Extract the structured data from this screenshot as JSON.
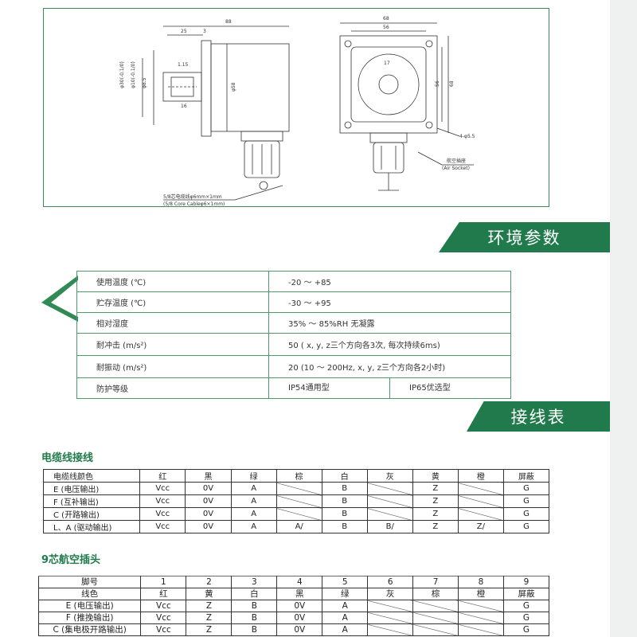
{
  "drawing": {
    "dims_side": [
      "88",
      "25",
      "3",
      "1.15",
      "16"
    ],
    "dims_side_diam": [
      "φ30(-0.1/0)",
      "φ10(-0.1/0)",
      "φ8.5",
      "φ58"
    ],
    "dims_front": [
      "68",
      "56",
      "17",
      "56",
      "68",
      "4-φ5.5"
    ],
    "cable_note": "5/8芯电缆线φ6mm×1mm",
    "cable_note_en": "(5/8 Core Cableφ6×1mm)",
    "socket_note": "航空插座",
    "socket_note_en": "(Air Socket)"
  },
  "env_section": {
    "banner": "环境参数",
    "rows": [
      {
        "label": "使用温度 (℃)",
        "value": "-20 ～ +85"
      },
      {
        "label": "贮存温度 (℃)",
        "value": "-30 ～ +95"
      },
      {
        "label": "相对湿度",
        "value": "35% ～ 85%RH 无凝露"
      },
      {
        "label": "耐冲击 (m/s²)",
        "value": "50 ( x, y, z三个方向各3次, 每次持续6ms)"
      },
      {
        "label": "耐振动 (m/s²)",
        "value": "20 (10 ～ 200Hz, x, y, z三个方向各2小时)"
      },
      {
        "label": "防护等级",
        "value": "IP54通用型",
        "value2": "IP65优选型"
      }
    ]
  },
  "wiring_section": {
    "banner": "接线表",
    "cable_title": "电缆线接线",
    "cable_header": [
      "电缆线颜色",
      "红",
      "黑",
      "绿",
      "棕",
      "白",
      "灰",
      "黄",
      "橙",
      "屏蔽"
    ],
    "cable_rows": [
      [
        "E (电压输出)",
        "Vcc",
        "0V",
        "A",
        "",
        "B",
        "",
        "Z",
        "",
        "G"
      ],
      [
        "F (互补输出)",
        "Vcc",
        "0V",
        "A",
        "",
        "B",
        "",
        "Z",
        "",
        "G"
      ],
      [
        "C (开路输出)",
        "Vcc",
        "0V",
        "A",
        "",
        "B",
        "",
        "Z",
        "",
        "G"
      ],
      [
        "L、A (驱动输出)",
        "Vcc",
        "0V",
        "A",
        "A/",
        "B",
        "B/",
        "Z",
        "Z/",
        "G"
      ]
    ],
    "cable_slashes": [
      [
        false,
        false,
        false,
        false,
        true,
        false,
        true,
        false,
        true,
        false
      ],
      [
        false,
        false,
        false,
        false,
        true,
        false,
        true,
        false,
        true,
        false
      ],
      [
        false,
        false,
        false,
        false,
        true,
        false,
        true,
        false,
        true,
        false
      ],
      [
        false,
        false,
        false,
        false,
        false,
        false,
        false,
        false,
        false,
        false
      ]
    ],
    "plug_title": "9芯航空插头",
    "plug_header": [
      "脚号",
      "1",
      "2",
      "3",
      "4",
      "5",
      "6",
      "7",
      "8",
      "9"
    ],
    "plug_colors": [
      "线色",
      "红",
      "黄",
      "白",
      "黑",
      "绿",
      "灰",
      "棕",
      "橙",
      "屏蔽"
    ],
    "plug_rows": [
      [
        "E (电压输出)",
        "Vcc",
        "Z",
        "B",
        "0V",
        "A",
        "",
        "",
        "",
        "G"
      ],
      [
        "F (推挽输出)",
        "Vcc",
        "Z",
        "B",
        "0V",
        "A",
        "",
        "",
        "",
        "G"
      ],
      [
        "C (集电极开路输出)",
        "Vcc",
        "Z",
        "B",
        "0V",
        "A",
        "",
        "",
        "",
        "G"
      ]
    ]
  }
}
